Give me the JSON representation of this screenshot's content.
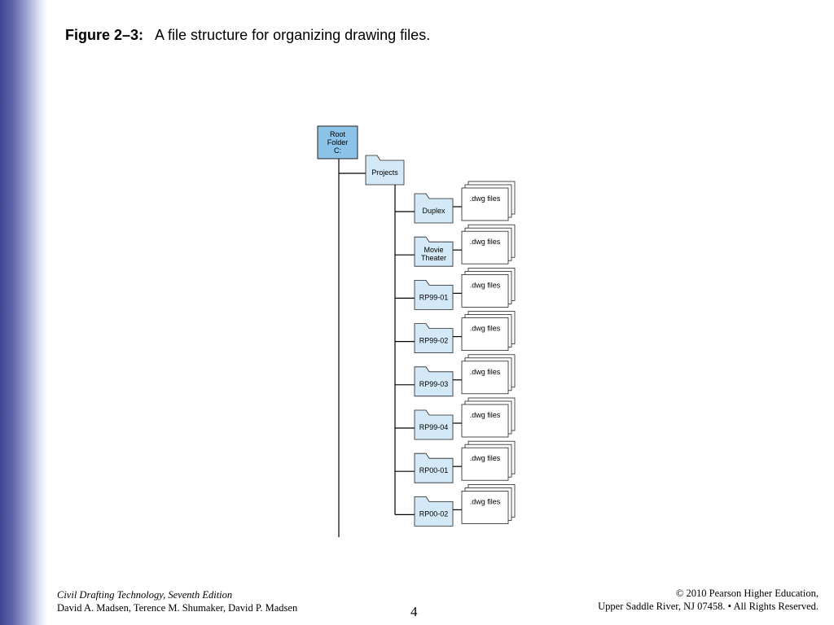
{
  "figure": {
    "label": "Figure 2–3:",
    "caption": "A file structure for organizing drawing files."
  },
  "tree": {
    "root": [
      "Root",
      "Folder",
      "C:"
    ],
    "projects": "Projects",
    "files_label": ".dwg files",
    "folders": [
      [
        "Duplex"
      ],
      [
        "Movie",
        "Theater"
      ],
      [
        "RP99-01"
      ],
      [
        "RP99-02"
      ],
      [
        "RP99-03"
      ],
      [
        "RP99-04"
      ],
      [
        "RP00-01"
      ],
      [
        "RP00-02"
      ]
    ]
  },
  "footer": {
    "book": "Civil Drafting Technology, Seventh Edition",
    "authors": "David A. Madsen, Terence M. Shumaker, David P. Madsen",
    "page": "4",
    "copyright": "© 2010 Pearson Higher Education,",
    "address": "Upper Saddle River, NJ 07458. • All Rights Reserved."
  },
  "colors": {
    "sidebar": "#4a53a0",
    "root_fill": "#8cc3e8",
    "folder_fill": "#d4e9f7",
    "line": "#000000"
  }
}
